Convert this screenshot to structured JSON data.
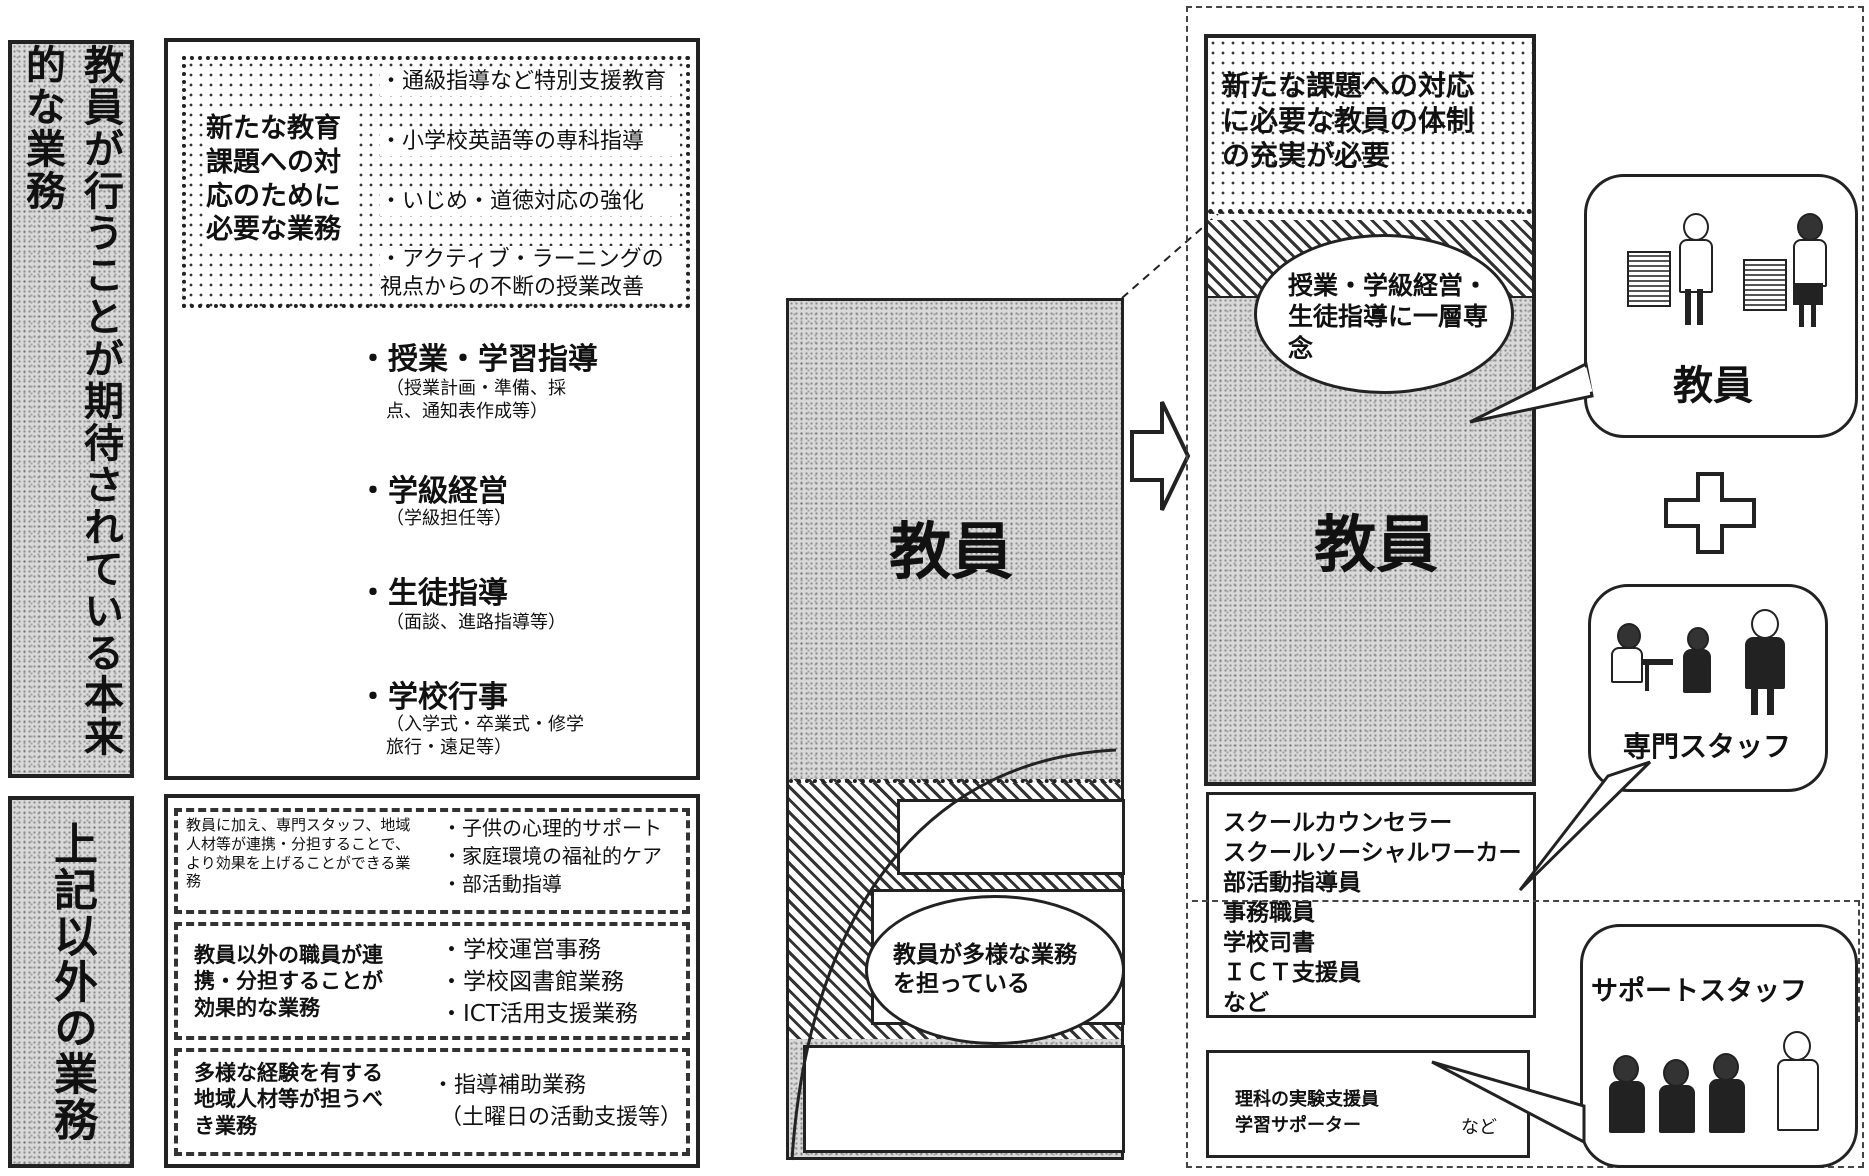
{
  "left": {
    "top_side_label": "教員が行うことが期待されている本来的な業務",
    "new_tasks": {
      "title": "新たな教育課題への対応のために必要な業務",
      "items": [
        "・通級指導など特別支援教育",
        "・小学校英語等の専科指導",
        "・いじめ・道徳対応の強化",
        "・アクティブ・ラーニングの視点からの不断の授業改善"
      ]
    },
    "core_tasks": [
      {
        "title": "・授業・学習指導",
        "detail": "（授業計画・準備、採点、通知表作成等）"
      },
      {
        "title": "・学級経営",
        "detail": "（学級担任等）"
      },
      {
        "title": "・生徒指導",
        "detail": "（面談、進路指導等）"
      },
      {
        "title": "・学校行事",
        "detail": "（入学式・卒業式・修学旅行・遠足等）"
      }
    ],
    "bottom_side_label": "上記以外の業務",
    "other_tasks": [
      {
        "title": "教員に加え、専門スタッフ、地域人材等が連携・分担することで、より効果を上げることができる業務",
        "items": [
          "・子供の心理的サポート",
          "・家庭環境の福祉的ケア",
          "・部活動指導"
        ]
      },
      {
        "title": "教員以外の職員が連携・分担することが効果的な業務",
        "items": [
          "・学校運営事務",
          "・学校図書館業務",
          "・ICT活用支援業務"
        ]
      },
      {
        "title": "多様な経験を有する地域人材等が担うべき業務",
        "items": [
          "・指導補助業務",
          "（土曜日の活動支援等）"
        ]
      }
    ]
  },
  "middle": {
    "main_label": "教員",
    "cloud_text": "教員が多様な業務を担っている"
  },
  "right": {
    "top_text": "新たな課題への対応に必要な教員の体制の充実が必要",
    "cloud_text": "授業・学級経営・生徒指導に一層専念",
    "main_label": "教員",
    "staff_list": [
      "スクールカウンセラー",
      "スクールソーシャルワーカー",
      "部活動指導員",
      "事務職員",
      "学校司書",
      "ＩＣＴ支援員",
      "など"
    ],
    "support_list": [
      "理科の実験支援員",
      "学習サポーター"
    ],
    "support_etc": "など",
    "bubble_teacher": "教員",
    "plus": "＋",
    "bubble_specialist": "専門スタッフ",
    "bubble_support": "サポートスタッフ"
  },
  "icons": {
    "arrow": "right-arrow-icon",
    "plus": "plus-icon"
  }
}
